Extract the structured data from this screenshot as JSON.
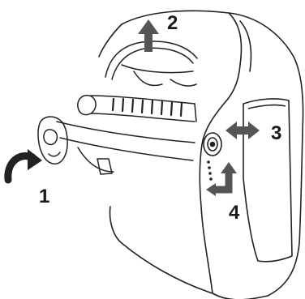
{
  "figure": {
    "callouts": [
      {
        "id": "1",
        "label": "1",
        "arrow": "rotate-knob-icon"
      },
      {
        "id": "2",
        "label": "2",
        "arrow": "up-arrow-icon"
      },
      {
        "id": "3",
        "label": "3",
        "arrow": "double-horizontal-arrow-icon"
      },
      {
        "id": "4",
        "label": "4",
        "arrow": "bent-up-arrow-icon"
      }
    ],
    "colors": {
      "line": "#222222",
      "arrow": "#555555",
      "background": "#ffffff"
    }
  }
}
